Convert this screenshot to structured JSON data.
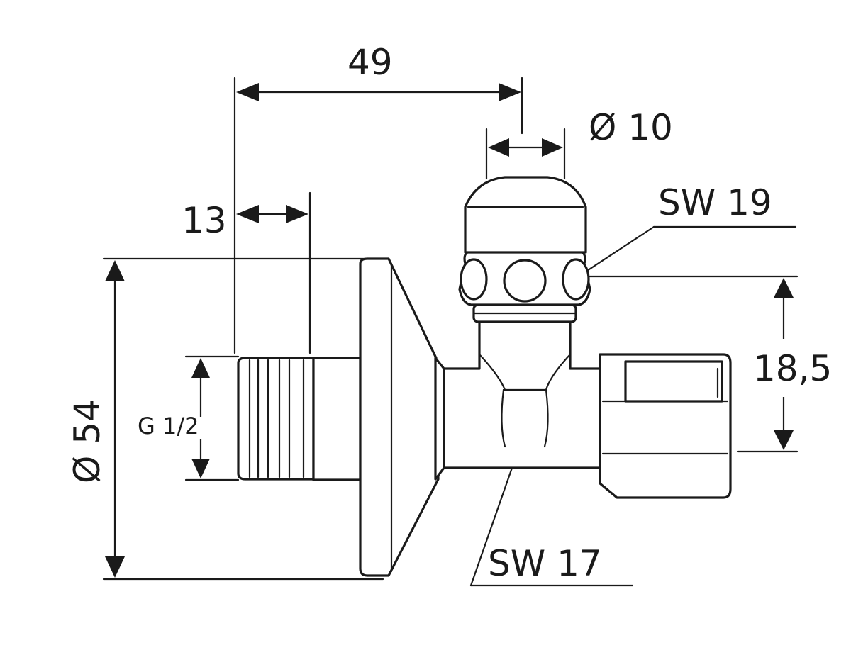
{
  "dimensions": {
    "overall_length": "49",
    "thread_length": "13",
    "outlet_diameter": "Ø 10",
    "spindle_wrench_size": "SW 19",
    "outlet_offset": "18,5",
    "body_wrench_size": "SW 17",
    "rosette_diameter": "Ø 54",
    "thread_size": "G 1/2"
  },
  "colors": {
    "line": "#1a1a1a",
    "background": "#ffffff"
  }
}
